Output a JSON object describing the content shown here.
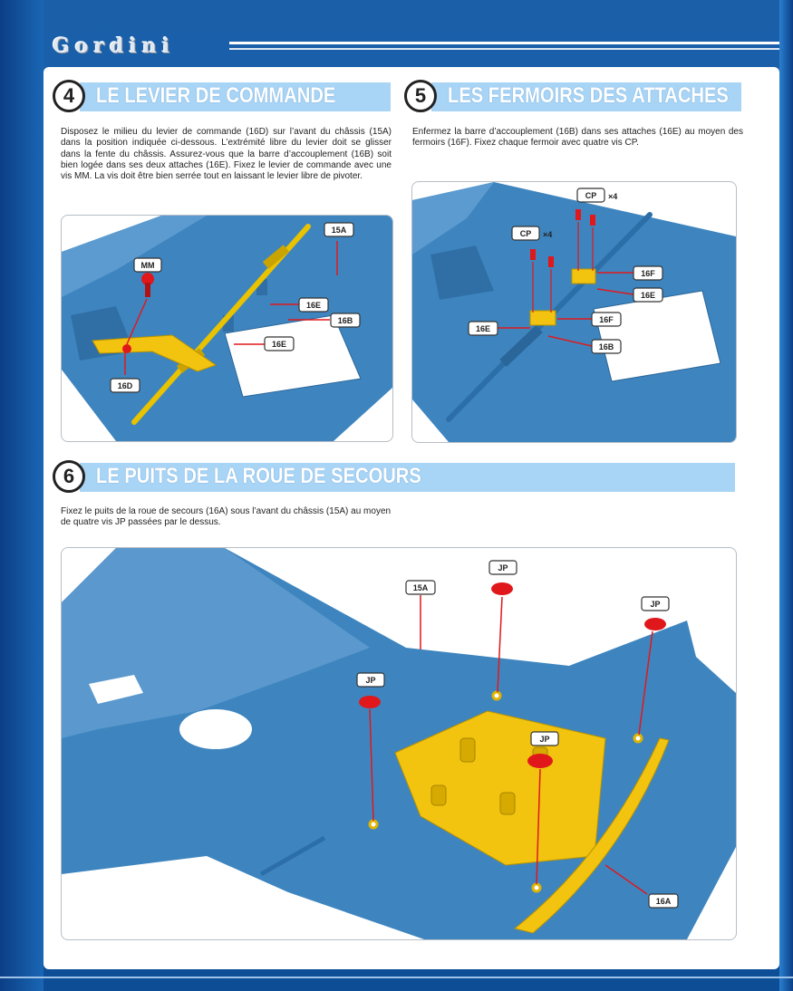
{
  "brand": "Gordini",
  "sections": {
    "s4": {
      "number": "4",
      "title": "LE LEVIER DE COMMANDE",
      "text": "Disposez le milieu du levier de commande (16D) sur l’avant du châssis (15A) dans la position indiquée ci-dessous. L’extrémité libre du levier doit se glisser dans la fente du châssis. Assurez-vous que la barre d’accouple­ment (16B) soit bien logée dans ses deux attaches (16E). Fixez le levier de commande avec une vis MM. La vis doit être bien serrée tout en laissant le levier libre de pivoter.",
      "labels": {
        "a": "15A",
        "b": "MM",
        "c": "16E",
        "d": "16B",
        "e": "16E",
        "f": "16D"
      }
    },
    "s5": {
      "number": "5",
      "title": "LES FERMOIRS DES ATTACHES",
      "text": "Enfermez la barre d’accouplement (16B) dans ses attaches (16E) au moyen des fermoirs (16F). Fixez chaque fermoir avec quatre vis CP.",
      "labels": {
        "a": "CP",
        "a_qty": "×4",
        "b": "CP",
        "b_qty": "×4",
        "c": "16F",
        "d": "16E",
        "e": "16F",
        "f": "16E",
        "g": "16B"
      }
    },
    "s6": {
      "number": "6",
      "title": "LE PUITS DE LA ROUE DE SECOURS",
      "text": "Fixez le puits de la roue de secours (16A) sous l’avant du châssis (15A) au moyen de quatre vis JP passées par le dessus.",
      "labels": {
        "a": "15A",
        "b": "JP",
        "c": "JP",
        "d": "JP",
        "e": "JP",
        "f": "16A"
      }
    }
  },
  "colors": {
    "chassis": "#3e85bf",
    "part_yellow": "#f2c40f",
    "screw_red": "#e0181b",
    "header_blue": "#a8d4f5"
  }
}
